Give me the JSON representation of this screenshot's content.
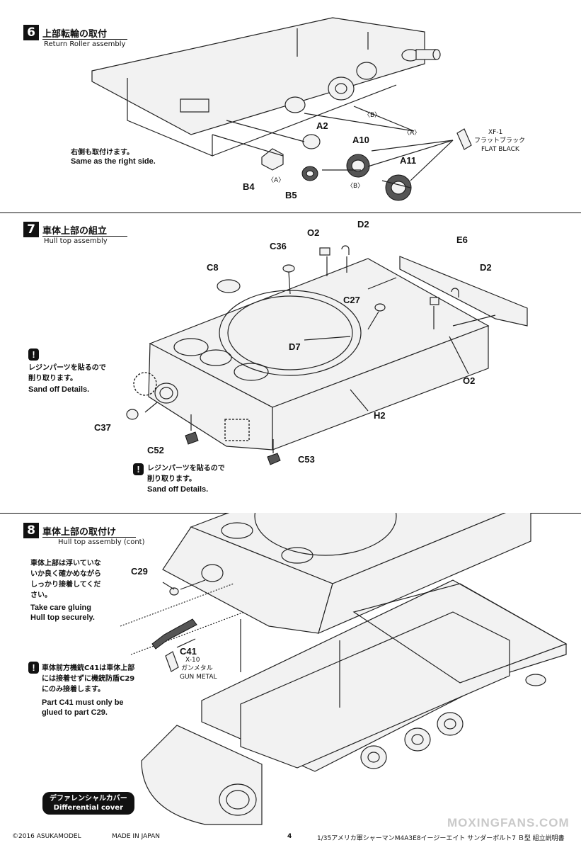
{
  "step6": {
    "number": "6",
    "title_jp": "上部転輪の取付",
    "title_en": "Return Roller assembly",
    "note_jp": "右側も取付けます。",
    "note_en": "Same as the right side.",
    "labels": {
      "a2": "A2",
      "a10": "A10",
      "a11": "A11",
      "b4": "B4",
      "b5": "B5",
      "a_tag_1": "〈A〉",
      "a_tag_2": "〈A〉",
      "b_tag_1": "〈B〉",
      "b_tag_2": "〈B〉"
    },
    "paint": {
      "code": "XF-1",
      "name_jp": "フラットブラック",
      "name_en": "FLAT BLACK"
    }
  },
  "step7": {
    "number": "7",
    "title_jp": "車体上部の組立",
    "title_en": "Hull top assembly",
    "labels": {
      "o2_top": "O2",
      "d2_top": "D2",
      "c36": "C36",
      "c8": "C8",
      "e6": "E6",
      "d2_right": "D2",
      "c27": "C27",
      "d7": "D7",
      "o2_bottom": "O2",
      "h2": "H2",
      "c37": "C37",
      "c52": "C52",
      "c53": "C53"
    },
    "sand_note_1": {
      "jp_line1": "レジンパーツを貼るので",
      "jp_line2": "削り取ります。",
      "en": "Sand off Details."
    },
    "sand_note_2": {
      "jp_line1": "レジンパーツを貼るので",
      "jp_line2": "削り取ります。",
      "en": "Sand off Details."
    },
    "warn_mark": "!"
  },
  "step8": {
    "number": "8",
    "title_jp": "車体上部の取付け",
    "title_en": "Hull top assembly (cont)",
    "gluing_note_jp": [
      "車体上部は浮いていな",
      "いか良く確かめながら",
      "しっかり接着してくだ",
      "さい。"
    ],
    "gluing_note_en": [
      "Take care gluing",
      "Hull top securely."
    ],
    "labels": {
      "c29": "C29",
      "c41": "C41"
    },
    "paint": {
      "code": "X-10",
      "name_jp": "ガンメタル",
      "name_en": "GUN METAL"
    },
    "c41_note_jp": [
      "車体前方機銃C41は車体上部",
      "には接着せずに機銃防盾C29",
      "にのみ接着します。"
    ],
    "c41_note_en": [
      "Part C41 must only be",
      "glued to part C29."
    ],
    "diff_cover_jp": "デファレンシャルカバー",
    "diff_cover_en": "Differential cover"
  },
  "footer": {
    "copyright": "©2016 ASUKAMODEL",
    "made_in": "MADE IN JAPAN",
    "page": "4",
    "product": "1/35アメリカ軍シャーマンM4A3E8イージーエイト サンダーボルト7 Ｂ型 組立説明書"
  },
  "watermark": "MOXINGFANS.COM"
}
